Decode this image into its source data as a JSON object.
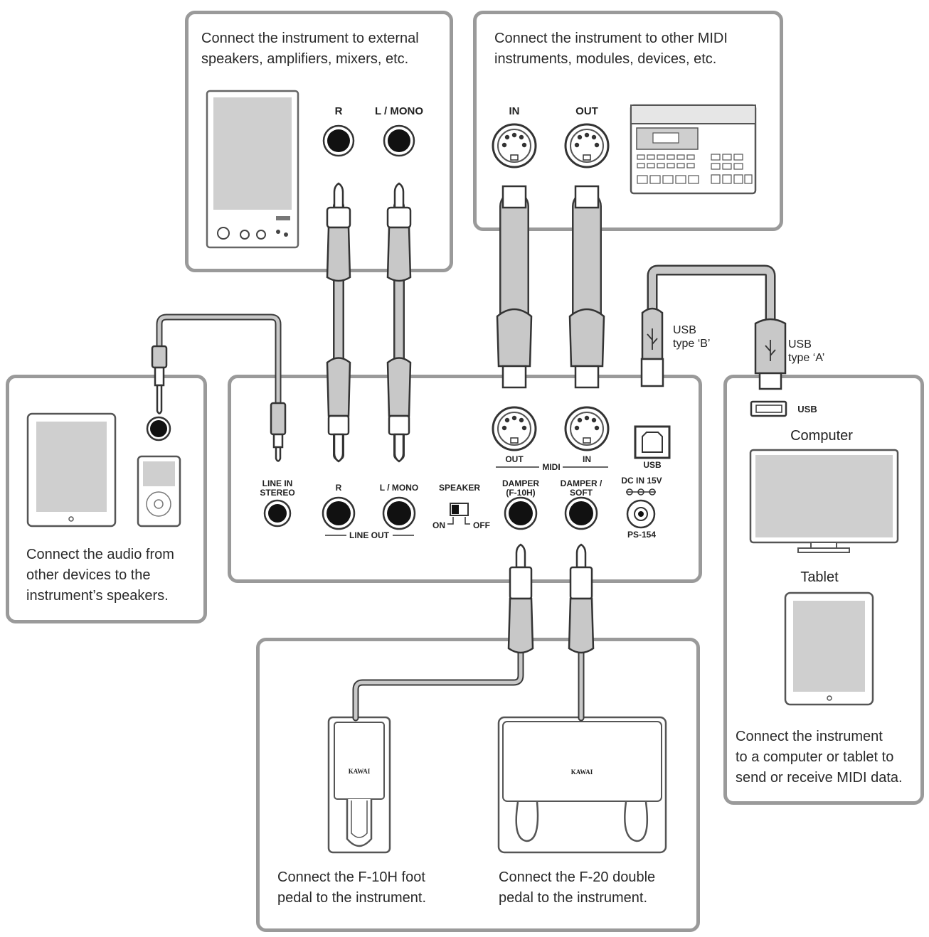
{
  "captions": {
    "external_speakers": "Connect the instrument to external\nspeakers, amplifiers, mixers, etc.",
    "midi_devices": "Connect the instrument to other MIDI\ninstruments, modules, devices, etc.",
    "audio_devices": "Connect the audio from\nother devices to the\ninstrument’s speakers.",
    "computer_tablet": "Connect the instrument\nto a computer or tablet to\nsend or receive MIDI data.",
    "f10h_pedal": "Connect the F-10H foot\npedal to the instrument.",
    "f20_pedal": "Connect the F-20 double\npedal to the instrument."
  },
  "speaker_jacks": {
    "r": "R",
    "l_mono": "L / MONO"
  },
  "midi_device_jacks": {
    "in": "IN",
    "out": "OUT"
  },
  "usb_plugs": {
    "type_b": "USB\ntype ‘B’",
    "type_a": "USB\ntype ‘A’"
  },
  "computer_port": "USB",
  "devices": {
    "computer": "Computer",
    "tablet": "Tablet"
  },
  "panel": {
    "line_in": "LINE IN\nSTEREO",
    "line_out_r": "R",
    "line_out_l": "L / MONO",
    "line_out": "LINE OUT",
    "speaker": "SPEAKER",
    "speaker_on": "ON",
    "speaker_off": "OFF",
    "damper": "DAMPER\n(F-10H)",
    "damper_soft": "DAMPER /\nSOFT",
    "midi_out": "OUT",
    "midi_in": "IN",
    "midi": "MIDI",
    "usb": "USB",
    "dc_in": "DC IN 15V",
    "adapter": "PS-154"
  },
  "pedal_brand": {
    "f10h": "KAWAI",
    "f20": "KAWAI"
  },
  "colors": {
    "border": "#9a9a9a",
    "cable_fill": "#c8c8c8",
    "cable_line": "#3a3a3a",
    "jack": "#111111"
  }
}
